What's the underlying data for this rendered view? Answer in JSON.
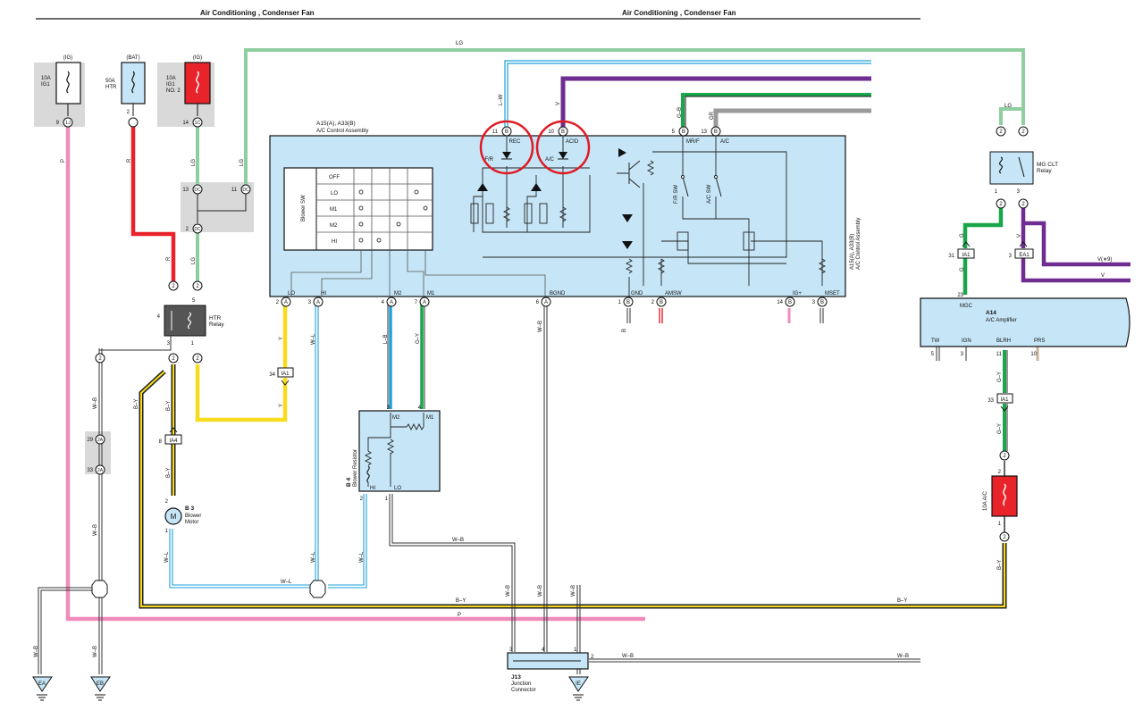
{
  "header": {
    "left_title": "Air Conditioning , Condenser Fan",
    "right_title": "Air Conditioning , Condenser Fan"
  },
  "fuses": {
    "ig1": {
      "source": "(IG)",
      "rating": "10A",
      "name": "IG1",
      "pin": "9",
      "conn": "1J"
    },
    "htr": {
      "source": "(BAT)",
      "rating": "50A",
      "name": "HTR",
      "pin": "2"
    },
    "ig1_no2": {
      "source": "(IG)",
      "rating": "10A",
      "name1": "IG1",
      "name2": "NO. 2",
      "pin": "14",
      "conn": "1C"
    },
    "ac": {
      "label": "10A A/C",
      "pin_top": "2",
      "pin_bottom": "1"
    }
  },
  "junctions": {
    "dc_pin_13": "13",
    "dc_pin_11": "11",
    "dc_pin_2": "2",
    "dc_conn": "DC",
    "a2_pin_29": "29",
    "a2_pin_33": "33",
    "a2_conn": "2A"
  },
  "ac_control": {
    "title": "A15(A), A33(B)",
    "subtitle": "A/C Control Assembly",
    "side_title": "A15(A), A33(B)",
    "side_subtitle": "A/C Control Assembly",
    "blower_sw": "Blower SW",
    "switch_positions": [
      "OFF",
      "LO",
      "M1",
      "M2",
      "HI"
    ],
    "leds": {
      "rec": "REC",
      "fr": "F/R",
      "acid": "ACID",
      "ac": "A/C"
    },
    "switches": {
      "fr_sw": "F/R SW",
      "ac_sw": "A/C SW"
    },
    "top_pins": [
      {
        "num": "11",
        "conn": "B",
        "label": "REC"
      },
      {
        "num": "10",
        "conn": "B",
        "label": "ACID"
      },
      {
        "num": "5",
        "conn": "B",
        "label": "MR/F"
      },
      {
        "num": "13",
        "conn": "B",
        "label": "A/C"
      }
    ],
    "bottom_pins": [
      {
        "num": "2",
        "conn": "A",
        "label": "LO"
      },
      {
        "num": "3",
        "conn": "A",
        "label": "HI"
      },
      {
        "num": "4",
        "conn": "A",
        "label": "M2"
      },
      {
        "num": "7",
        "conn": "A",
        "label": "M1"
      },
      {
        "num": "6",
        "conn": "A",
        "label": "BGND"
      },
      {
        "num": "1",
        "conn": "B",
        "label": "GND"
      },
      {
        "num": "2",
        "conn": "B",
        "label": "AMSW"
      },
      {
        "num": "14",
        "conn": "B",
        "label": "IG+"
      },
      {
        "num": "3",
        "conn": "B",
        "label": "MSET"
      }
    ]
  },
  "htr_relay": {
    "label1": "HTR",
    "label2": "Relay",
    "pins": [
      "2",
      "5",
      "4",
      "3",
      "1",
      "2",
      "2"
    ]
  },
  "mg_clt_relay": {
    "label1": "MG CLT",
    "label2": "Relay",
    "pins": [
      "2",
      "2",
      "1",
      "3",
      "2",
      "2"
    ]
  },
  "ac_amplifier": {
    "id": "A14",
    "name": "A/C Amplifier",
    "mgc_pin": "23",
    "mgc_label": "MGC",
    "bottom_labels": [
      {
        "num": "5",
        "label": "TW"
      },
      {
        "num": "3",
        "label": "IGN"
      },
      {
        "num": "11",
        "label": "BLRH"
      },
      {
        "num": "10",
        "label": "PRS"
      }
    ]
  },
  "blower_motor": {
    "id": "B 3",
    "label1": "Blower",
    "label2": "Motor",
    "symbol": "M",
    "pin": "1",
    "pin2": "2"
  },
  "blower_resistor": {
    "id": "B 4",
    "label": "Blower Resistor",
    "terminals": [
      "M2",
      "M1",
      "HI",
      "LO"
    ],
    "pins": [
      "3",
      "4",
      "2",
      "1"
    ]
  },
  "junction_connector": {
    "id": "J13",
    "label1": "Junction",
    "label2": "Connector",
    "pins": [
      "3",
      "4",
      "1",
      "2"
    ]
  },
  "connectors": {
    "ia1_left": {
      "num": "34",
      "name": "IA1"
    },
    "ia4": {
      "num": "8",
      "name": "IA4"
    },
    "ia1_right": {
      "num": "33",
      "name": "IA1"
    },
    "ia1_mgc": {
      "num": "31",
      "name": "IA1"
    },
    "ea1": {
      "num": "3",
      "name": "EA1"
    }
  },
  "grounds": {
    "ea": "EA",
    "eb": "EB",
    "ie": "IE"
  },
  "wire_labels": {
    "lg": "LG",
    "lw": "L–W",
    "v": "V",
    "gb": "G–B",
    "gr": "GR",
    "p": "P",
    "r": "R",
    "y": "Y",
    "wb": "W–B",
    "by": "B–Y",
    "wl": "W–L",
    "lb": "L–B",
    "gy": "G–Y",
    "g": "G",
    "v9": "V(∗9)",
    "b": "B"
  },
  "colors": {
    "box_fill": "#c6e6f7",
    "box_stroke": "#1a1a1a",
    "lg": "#8fcf9f",
    "blue": "#1ea0dc",
    "purple": "#6f2c91",
    "green": "#1aa64a",
    "gray": "#9a9a9a",
    "pink": "#f08cbc",
    "red": "#e8232a",
    "yellow": "#f6dc1c",
    "annotation": "#e01b24",
    "shade": "#d9d9d9"
  }
}
